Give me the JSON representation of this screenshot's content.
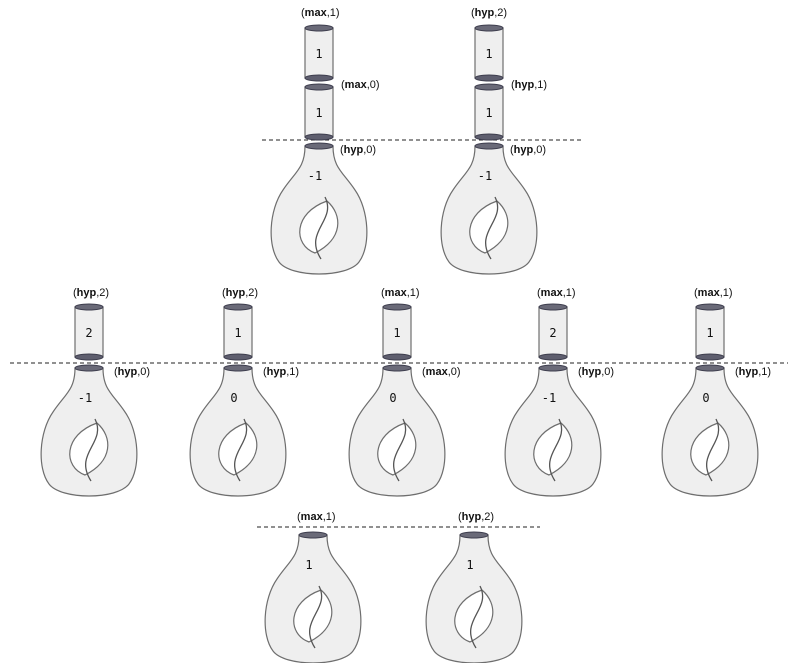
{
  "top_row": [
    {
      "cylinders": [
        {
          "value": "1",
          "label_mode": "max",
          "label_index": "1"
        },
        {
          "value": "1",
          "label_mode": "max",
          "label_index": "0"
        }
      ],
      "vase": {
        "value": "-1",
        "label_mode": "hyp",
        "label_index": "0"
      }
    },
    {
      "cylinders": [
        {
          "value": "1",
          "label_mode": "hyp",
          "label_index": "2"
        },
        {
          "value": "1",
          "label_mode": "hyp",
          "label_index": "1"
        }
      ],
      "vase": {
        "value": "-1",
        "label_mode": "hyp",
        "label_index": "0"
      }
    }
  ],
  "middle_row": [
    {
      "cylinder": {
        "value": "2",
        "label_mode": "hyp",
        "label_index": "2"
      },
      "vase": {
        "value": "-1",
        "label_mode": "hyp",
        "label_index": "0"
      }
    },
    {
      "cylinder": {
        "value": "1",
        "label_mode": "hyp",
        "label_index": "2"
      },
      "vase": {
        "value": "0",
        "label_mode": "hyp",
        "label_index": "1"
      }
    },
    {
      "cylinder": {
        "value": "1",
        "label_mode": "max",
        "label_index": "1"
      },
      "vase": {
        "value": "0",
        "label_mode": "max",
        "label_index": "0"
      }
    },
    {
      "cylinder": {
        "value": "2",
        "label_mode": "max",
        "label_index": "1"
      },
      "vase": {
        "value": "-1",
        "label_mode": "hyp",
        "label_index": "0"
      }
    },
    {
      "cylinder": {
        "value": "1",
        "label_mode": "max",
        "label_index": "1"
      },
      "vase": {
        "value": "0",
        "label_mode": "hyp",
        "label_index": "1"
      }
    }
  ],
  "bottom_row": [
    {
      "vase": {
        "value": "1",
        "label_mode": "max",
        "label_index": "1"
      }
    },
    {
      "vase": {
        "value": "1",
        "label_mode": "hyp",
        "label_index": "2"
      }
    }
  ]
}
